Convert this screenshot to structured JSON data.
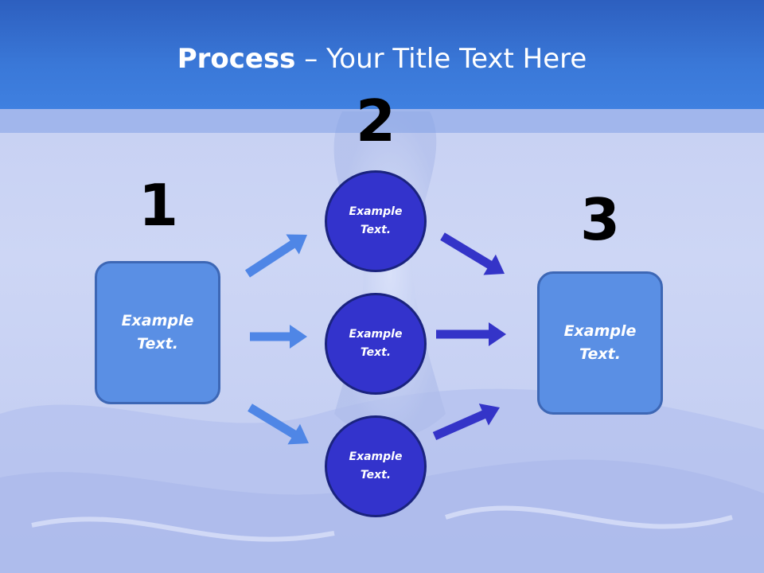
{
  "title": {
    "bold": "Process",
    "rest": " – Your Title Text Here"
  },
  "steps": [
    {
      "number": "1",
      "label": "Example\nText."
    },
    {
      "number": "2",
      "items": [
        "Example\nText.",
        "Example\nText.",
        "Example\nText."
      ]
    },
    {
      "number": "3",
      "label": "Example\nText."
    }
  ],
  "colors": {
    "header": "#3a78d8",
    "box_fill": "#5a8fe4",
    "circle_fill": "#3333cc",
    "arrow_light": "#4f86e6",
    "arrow_dark": "#3434c8"
  }
}
